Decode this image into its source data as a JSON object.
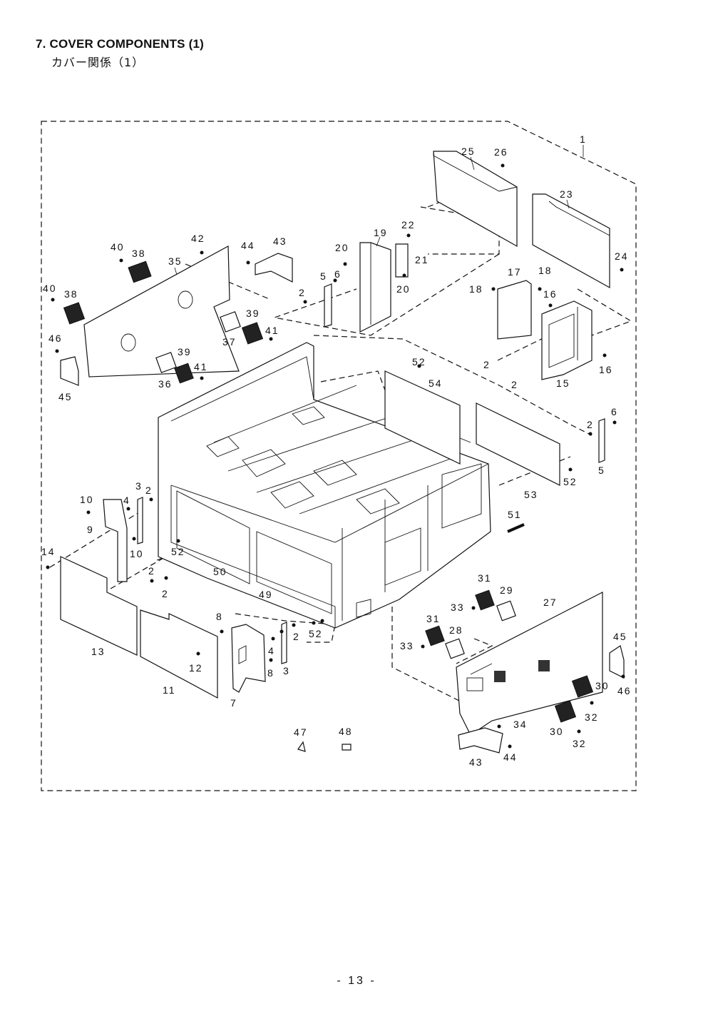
{
  "header": {
    "title": "7.  COVER COMPONENTS (1)",
    "subtitle": "カバー関係（1）"
  },
  "footer": {
    "page": "- 13 -"
  },
  "callouts": [
    {
      "id": "c1",
      "text": "1"
    },
    {
      "id": "c25",
      "text": "25"
    },
    {
      "id": "c26",
      "text": "26"
    },
    {
      "id": "c23",
      "text": "23"
    },
    {
      "id": "c24",
      "text": "24"
    },
    {
      "id": "c22",
      "text": "22"
    },
    {
      "id": "c19",
      "text": "19"
    },
    {
      "id": "c21",
      "text": "21"
    },
    {
      "id": "c20a",
      "text": "20"
    },
    {
      "id": "c20b",
      "text": "20"
    },
    {
      "id": "c17",
      "text": "17"
    },
    {
      "id": "c18a",
      "text": "18"
    },
    {
      "id": "c18b",
      "text": "18"
    },
    {
      "id": "c16a",
      "text": "16"
    },
    {
      "id": "c16b",
      "text": "16"
    },
    {
      "id": "c15",
      "text": "15"
    },
    {
      "id": "c42",
      "text": "42"
    },
    {
      "id": "c44a",
      "text": "44"
    },
    {
      "id": "c43a",
      "text": "43"
    },
    {
      "id": "c40a",
      "text": "40"
    },
    {
      "id": "c38a",
      "text": "38"
    },
    {
      "id": "c35",
      "text": "35"
    },
    {
      "id": "c40b",
      "text": "40"
    },
    {
      "id": "c38b",
      "text": "38"
    },
    {
      "id": "c39a",
      "text": "39"
    },
    {
      "id": "c41a",
      "text": "41"
    },
    {
      "id": "c37",
      "text": "37"
    },
    {
      "id": "c46a",
      "text": "46"
    },
    {
      "id": "c39b",
      "text": "39"
    },
    {
      "id": "c41b",
      "text": "41"
    },
    {
      "id": "c36",
      "text": "36"
    },
    {
      "id": "c45a",
      "text": "45"
    },
    {
      "id": "c5a",
      "text": "5"
    },
    {
      "id": "c6a",
      "text": "6"
    },
    {
      "id": "c2a",
      "text": "2"
    },
    {
      "id": "c52a",
      "text": "52"
    },
    {
      "id": "c54",
      "text": "54"
    },
    {
      "id": "c2b",
      "text": "2"
    },
    {
      "id": "c2c",
      "text": "2"
    },
    {
      "id": "c6b",
      "text": "6"
    },
    {
      "id": "c2d",
      "text": "2"
    },
    {
      "id": "c5b",
      "text": "5"
    },
    {
      "id": "c52b",
      "text": "52"
    },
    {
      "id": "c53",
      "text": "53"
    },
    {
      "id": "c51",
      "text": "51"
    },
    {
      "id": "c3a",
      "text": "3"
    },
    {
      "id": "c2e",
      "text": "2"
    },
    {
      "id": "c10a",
      "text": "10"
    },
    {
      "id": "c4a",
      "text": "4"
    },
    {
      "id": "c9",
      "text": "9"
    },
    {
      "id": "c10b",
      "text": "10"
    },
    {
      "id": "c14",
      "text": "14"
    },
    {
      "id": "c52c",
      "text": "52"
    },
    {
      "id": "c50",
      "text": "50"
    },
    {
      "id": "c2f",
      "text": "2"
    },
    {
      "id": "c2g",
      "text": "2"
    },
    {
      "id": "c49",
      "text": "49"
    },
    {
      "id": "c13",
      "text": "13"
    },
    {
      "id": "c8a",
      "text": "8"
    },
    {
      "id": "c2h",
      "text": "2"
    },
    {
      "id": "c52d",
      "text": "52"
    },
    {
      "id": "c4b",
      "text": "4"
    },
    {
      "id": "c8b",
      "text": "8"
    },
    {
      "id": "c3b",
      "text": "3"
    },
    {
      "id": "c12",
      "text": "12"
    },
    {
      "id": "c11",
      "text": "11"
    },
    {
      "id": "c7",
      "text": "7"
    },
    {
      "id": "c31a",
      "text": "31"
    },
    {
      "id": "c29",
      "text": "29"
    },
    {
      "id": "c33a",
      "text": "33"
    },
    {
      "id": "c27",
      "text": "27"
    },
    {
      "id": "c31b",
      "text": "31"
    },
    {
      "id": "c28",
      "text": "28"
    },
    {
      "id": "c33b",
      "text": "33"
    },
    {
      "id": "c45b",
      "text": "45"
    },
    {
      "id": "c30a",
      "text": "30"
    },
    {
      "id": "c46b",
      "text": "46"
    },
    {
      "id": "c32a",
      "text": "32"
    },
    {
      "id": "c30b",
      "text": "30"
    },
    {
      "id": "c32b",
      "text": "32"
    },
    {
      "id": "c34",
      "text": "34"
    },
    {
      "id": "c43b",
      "text": "43"
    },
    {
      "id": "c44b",
      "text": "44"
    },
    {
      "id": "c47",
      "text": "47"
    },
    {
      "id": "c48",
      "text": "48"
    }
  ]
}
